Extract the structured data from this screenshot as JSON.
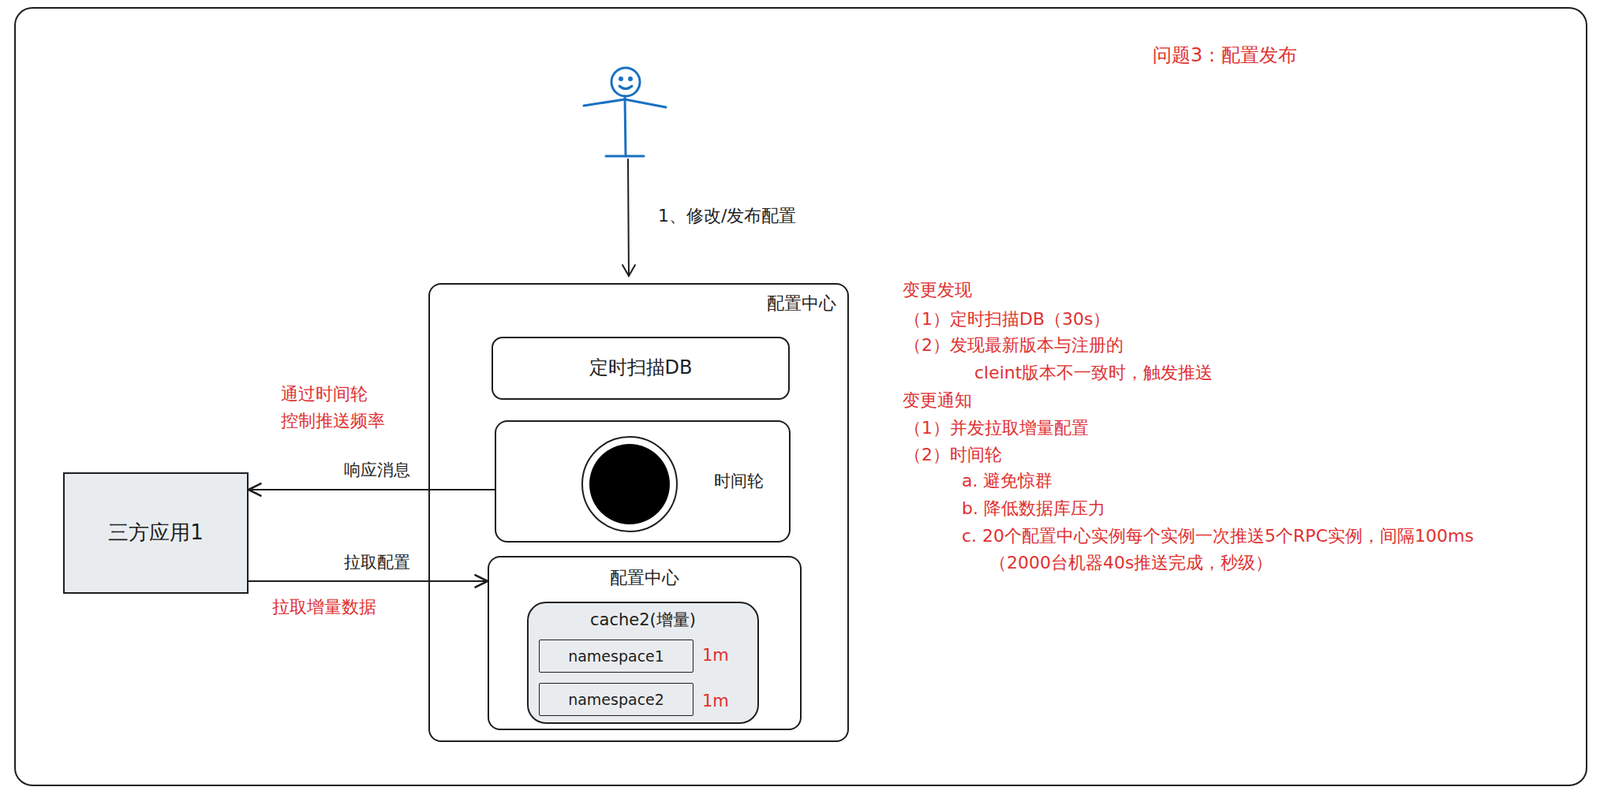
{
  "diagram": {
    "title": "问题3：配置发布",
    "nodes": [
      {
        "text": [
          "配置中心"
        ]
      },
      {
        "text": [
          "定时扫描DB"
        ],
        "in": 0
      },
      {
        "text": [
          "时间轮"
        ],
        "in": 0
      },
      {
        "text": [
          "配置中心"
        ],
        "in": 0
      },
      {
        "text": [
          "cache2(增量)"
        ],
        "in": 3
      },
      {
        "text": [
          "namespace1"
        ],
        "in": 4
      },
      {
        "text": [
          "namespace2"
        ],
        "in": 4
      },
      {
        "text": [
          "三方应用1"
        ]
      }
    ],
    "edges": [
      {
        "from": 2,
        "to": 7,
        "label": "响应消息",
        "arrow": "to"
      },
      {
        "from": 7,
        "to": 3,
        "label": "拉取配置",
        "arrow": "to"
      }
    ],
    "labels": [
      "1、修改/发布配置",
      "通过时间轮 控制推送频率",
      "拉取增量数据",
      "1m",
      "1m",
      "变更发现",
      "（1）定时扫描DB（30s）",
      "（2）发现最新版本与注册的",
      "cleint版本不一致时，触发推送",
      "变更通知",
      "（1）并发拉取增量配置",
      "（2）时间轮",
      "a. 避免惊群",
      "b. 降低数据库压力",
      "c. 20个配置中心实例每个实例一次推送5个RPC实例，间隔100ms",
      "（2000台机器40s推送完成，秒级）"
    ]
  }
}
